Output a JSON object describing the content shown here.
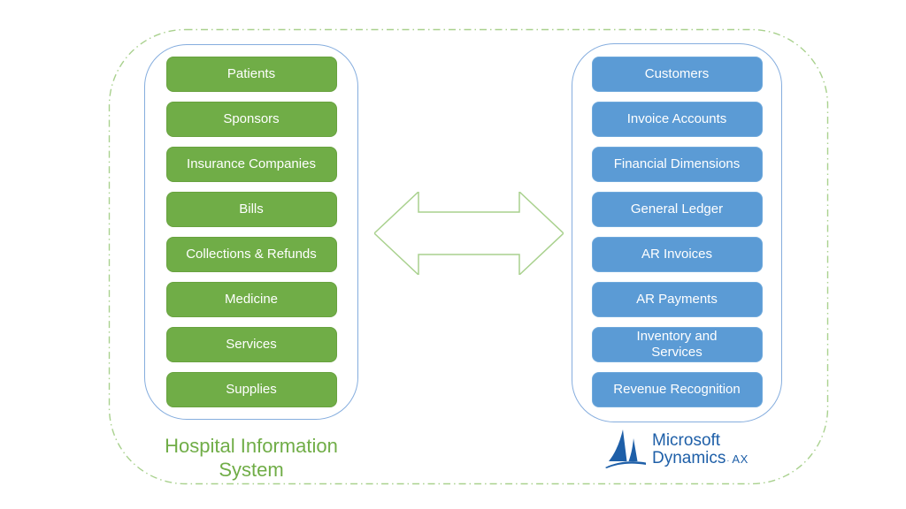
{
  "diagram": {
    "left_system": {
      "title": "Hospital Information\nSystem",
      "items": [
        "Patients",
        "Sponsors",
        "Insurance Companies",
        "Bills",
        "Collections & Refunds",
        "Medicine",
        "Services",
        "Supplies"
      ]
    },
    "right_system": {
      "items": [
        "Customers",
        "Invoice Accounts",
        "Financial Dimensions",
        "General Ledger",
        "AR Invoices",
        "AR Payments",
        "Inventory and\nServices",
        "Revenue Recognition"
      ],
      "logo": {
        "brand": "Microsoft",
        "product": "Dynamics",
        "trademark": "·",
        "edition": "AX"
      }
    },
    "colors": {
      "green_box": "#70AD47",
      "blue_box": "#5B9BD5",
      "container_border": "#85ADDE",
      "outer_dash_border": "#A9D18E",
      "arrow_stroke": "#A9D18E",
      "title_green": "#70AD47",
      "logo_blue": "#1E5FA8"
    }
  }
}
